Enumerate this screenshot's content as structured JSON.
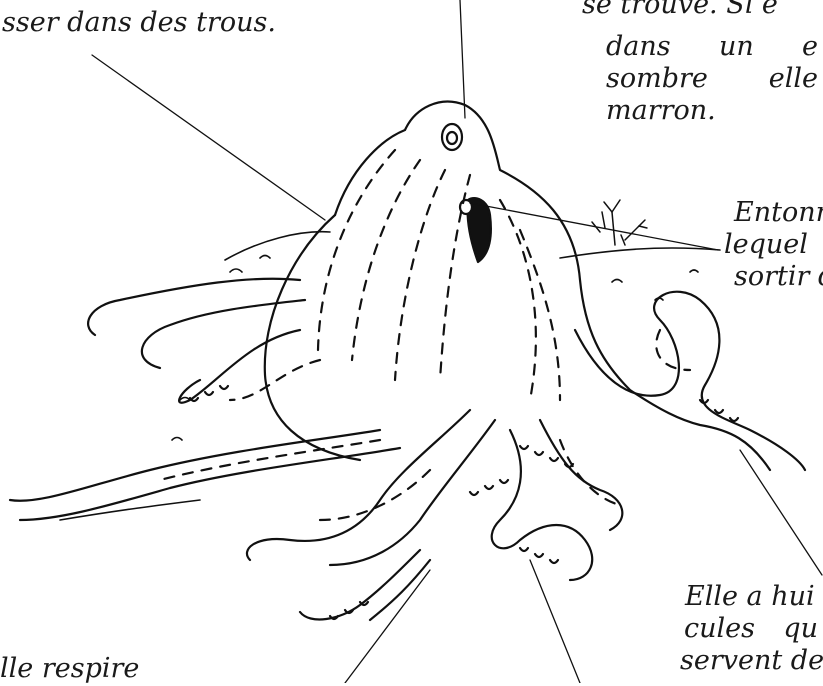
{
  "labels": {
    "top_left": "sser dans des trous.",
    "top_right_line1": "se trouve. Si e",
    "top_right_line2": [
      "dans",
      "un",
      "e"
    ],
    "top_right_line3": [
      "sombre",
      "elle"
    ],
    "top_right_line4": "marron.",
    "mid_right_line1": "Entonn",
    "mid_right_line2": "lequel",
    "mid_right_line3": "sortir d",
    "bottom_right_line1": "Elle a hui",
    "bottom_right_line2": [
      "cules",
      "qu"
    ],
    "bottom_right_line3": "servent de",
    "bottom_left": "lle respire"
  },
  "colors": {
    "ink": "#111111",
    "background": "#ffffff"
  }
}
